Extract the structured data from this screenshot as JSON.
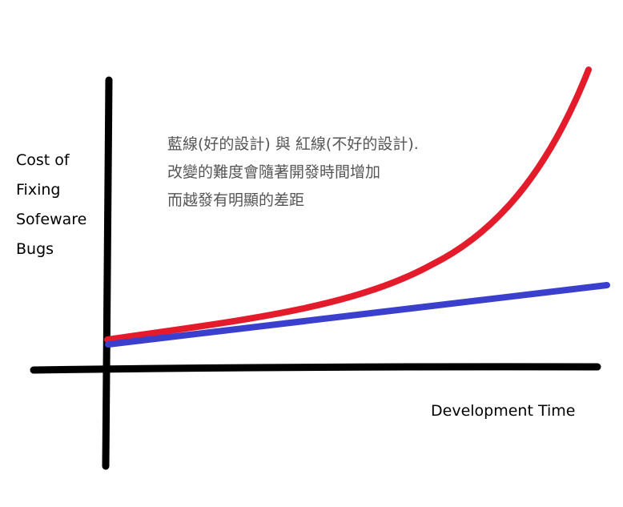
{
  "colors": {
    "axes": "#000000",
    "good_design_line": "#3b3fce",
    "bad_design_line": "#e41b2b",
    "annotation_text": "#555555"
  },
  "y_axis_label": [
    "Cost of",
    "Fixing",
    "Sofeware",
    "Bugs"
  ],
  "x_axis_label": "Development Time",
  "annotation": [
    "藍線(好的設計) 與 紅線(不好的設計).",
    "改變的難度會隨著開發時間增加",
    "而越發有明顯的差距"
  ]
}
